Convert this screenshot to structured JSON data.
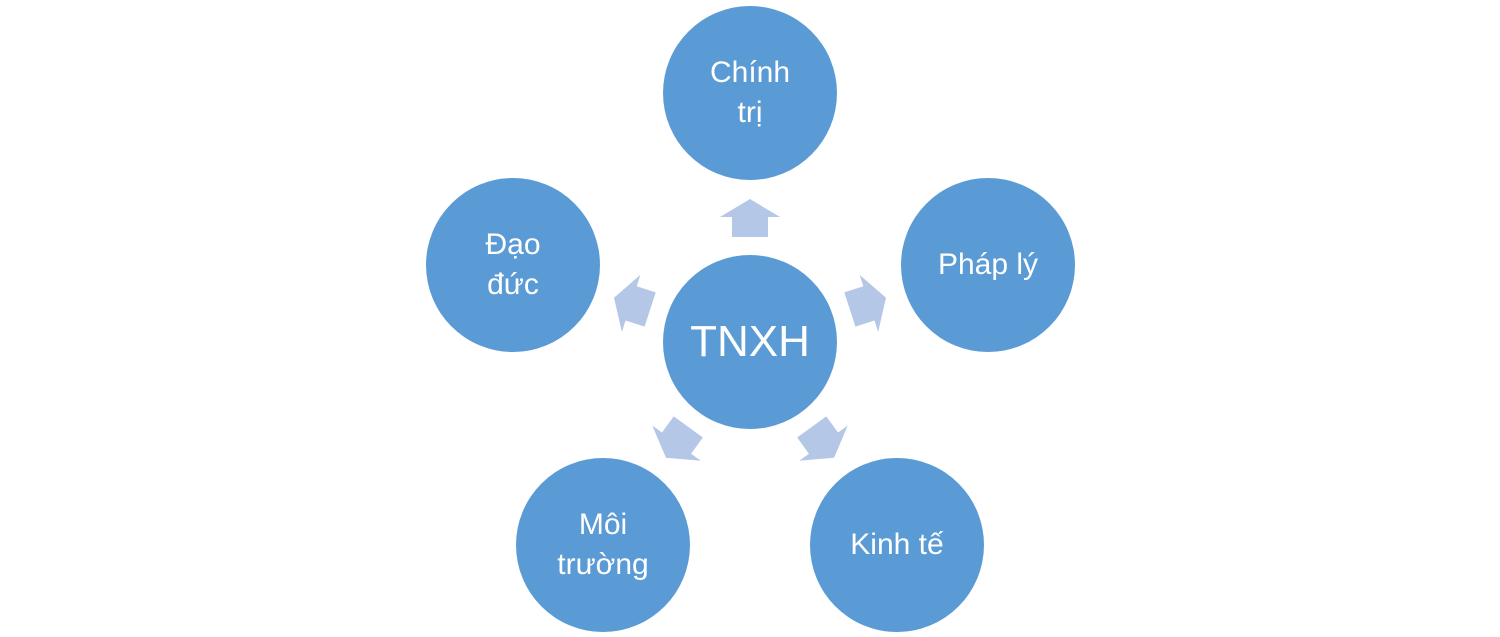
{
  "colors": {
    "node": "#5b9bd5",
    "arrow": "#b4c7e7"
  },
  "center": {
    "label": "TNXH"
  },
  "nodes": [
    {
      "label": "Chính trị"
    },
    {
      "label": "Pháp lý"
    },
    {
      "label": "Kinh tế"
    },
    {
      "label": "Môi trường"
    },
    {
      "label": "Đạo đức"
    }
  ]
}
